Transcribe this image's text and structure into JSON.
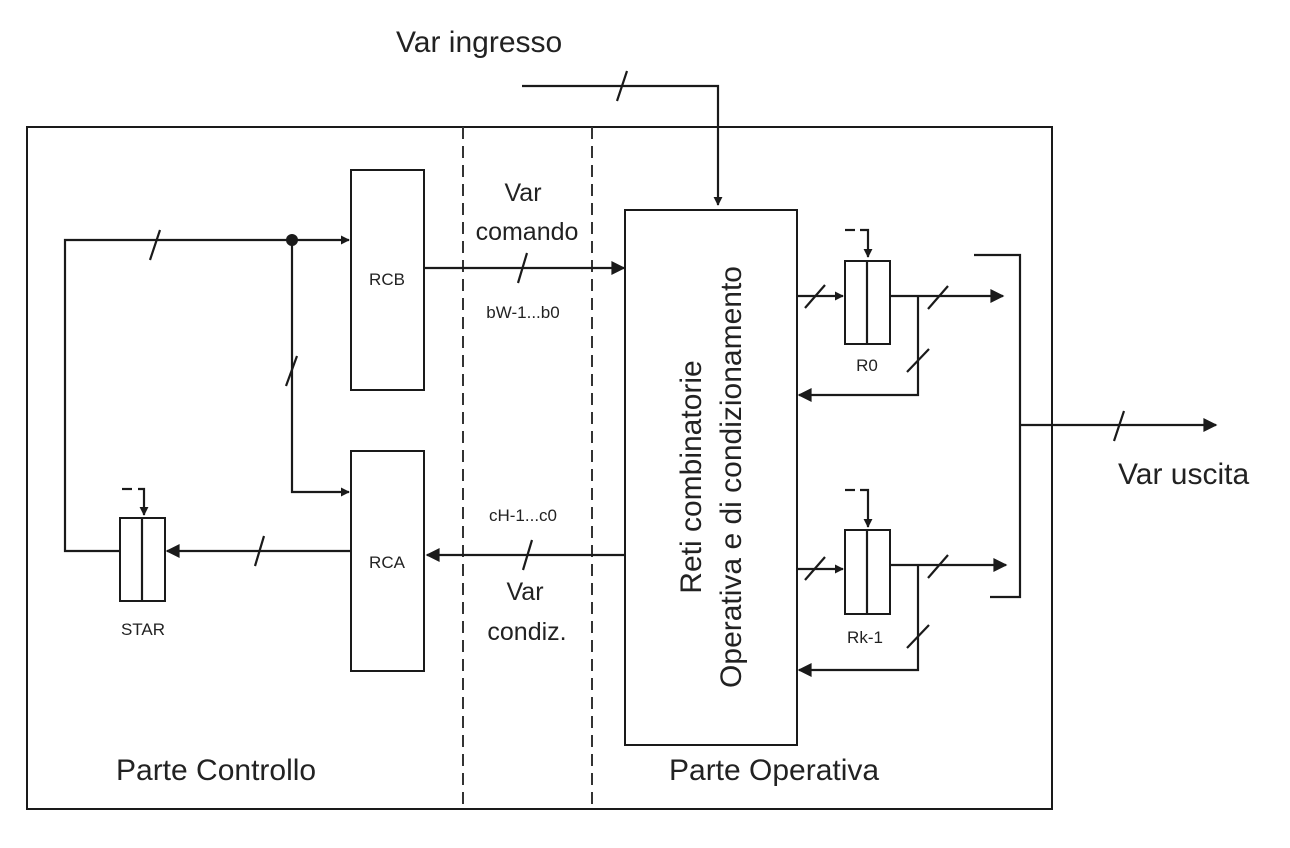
{
  "title": "Var ingresso",
  "output_label": "Var uscita",
  "sections": {
    "control": "Parte Controllo",
    "operative": "Parte Operativa"
  },
  "blocks": {
    "rcb": "RCB",
    "rca": "RCA",
    "star": "STAR",
    "r0": "R0",
    "rk1": "Rk-1",
    "reti_line1": "Reti combinatorie",
    "reti_line2": "Operativa e di condizionamento"
  },
  "signals": {
    "comando_line1": "Var",
    "comando_line2": "comando",
    "comando_bits": "bW-1...b0",
    "condiz_bits": "cH-1...c0",
    "condiz_line1": "Var",
    "condiz_line2": "condiz."
  }
}
